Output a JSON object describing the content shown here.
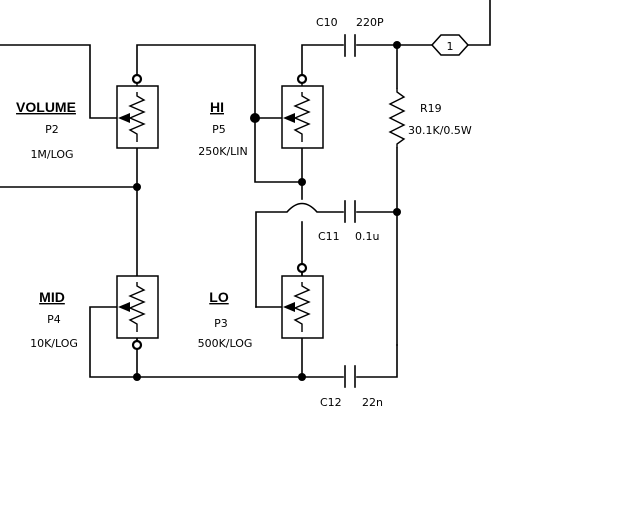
{
  "pots": [
    {
      "name": "VOLUME",
      "ref": "P2",
      "value": "1M/LOG"
    },
    {
      "name": "HI",
      "ref": "P5",
      "value": "250K/LIN"
    },
    {
      "name": "MID",
      "ref": "P4",
      "value": "10K/LOG"
    },
    {
      "name": "LO",
      "ref": "P3",
      "value": "500K/LOG"
    }
  ],
  "capacitors": [
    {
      "ref": "C10",
      "value": "220P"
    },
    {
      "ref": "C11",
      "value": "0.1u"
    },
    {
      "ref": "C12",
      "value": "22n"
    }
  ],
  "resistors": [
    {
      "ref": "R19",
      "value": "30.1K/0.5W"
    }
  ],
  "connector": {
    "label": "1"
  }
}
